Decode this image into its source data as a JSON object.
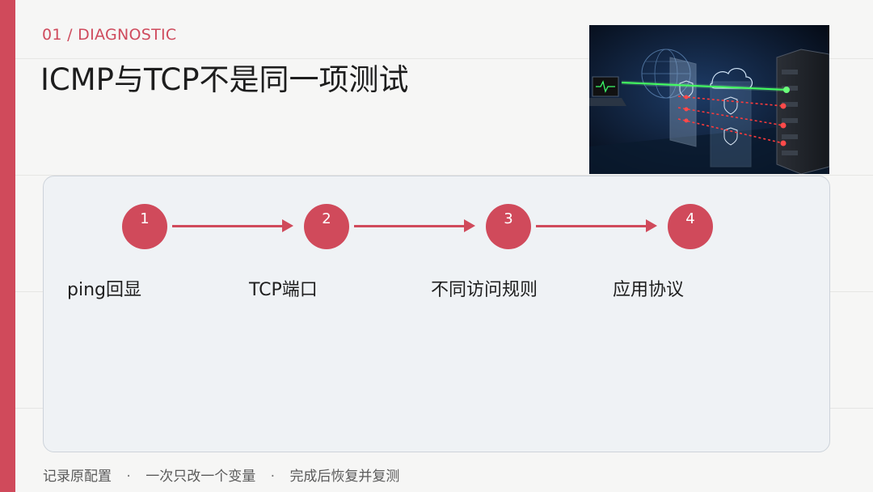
{
  "slide": {
    "kicker": "01 / DIAGNOSTIC",
    "title": "ICMP与TCP不是同一项测试"
  },
  "steps": [
    {
      "number": "1",
      "label": "ping回显"
    },
    {
      "number": "2",
      "label": "TCP端口"
    },
    {
      "number": "3",
      "label": "不同访问规则"
    },
    {
      "number": "4",
      "label": "应用协议"
    }
  ],
  "footer": {
    "items": [
      "记录原配置",
      "一次只改一个变量",
      "完成后恢复并复测"
    ],
    "separator": "·"
  },
  "colors": {
    "accent": "#d04a5b",
    "panel_bg": "#eff2f5",
    "page_bg": "#f6f6f5"
  },
  "hero_image": {
    "icons": [
      "laptop-icon",
      "firewall-icon",
      "cloud-shield-icon",
      "server-rack-icon"
    ]
  }
}
